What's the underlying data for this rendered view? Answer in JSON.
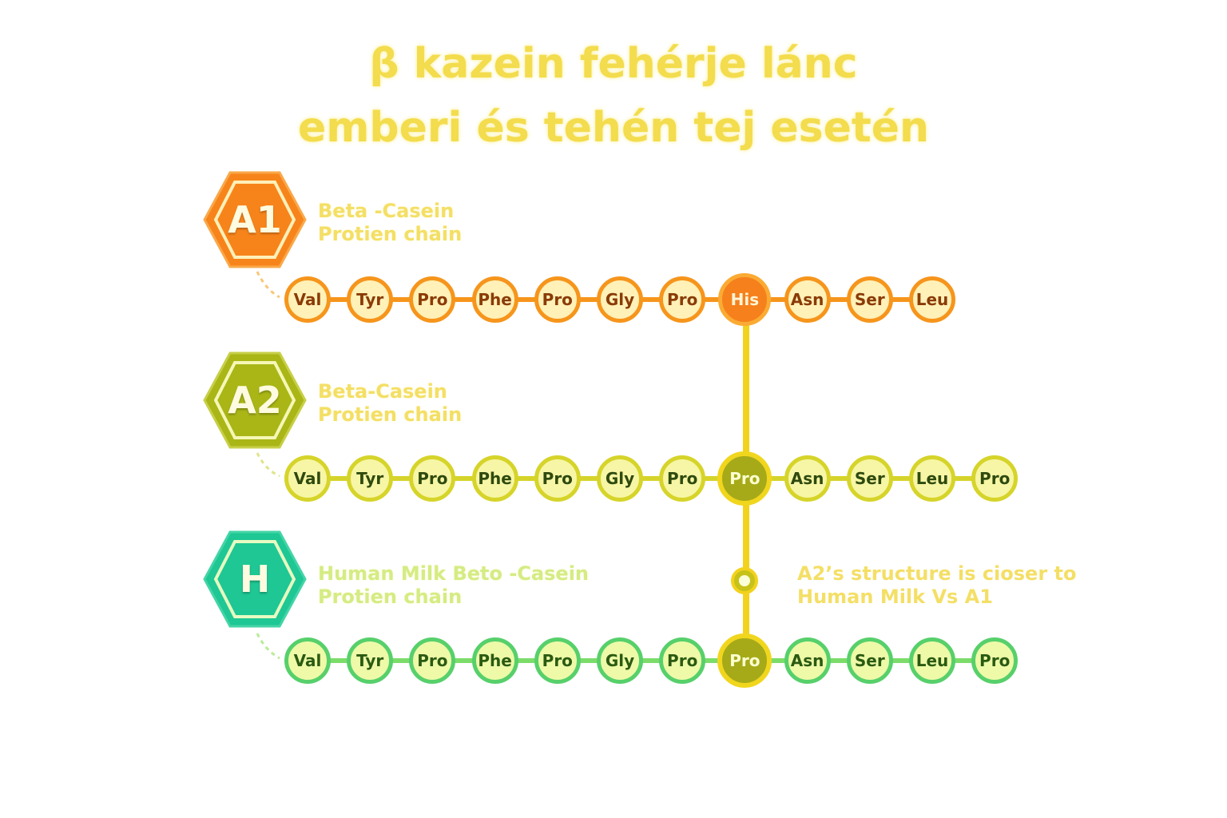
{
  "title": {
    "line1": "β kazein fehérje lánc",
    "line2": "emberi és tehén tej esetén"
  },
  "rows": [
    {
      "id": "a1",
      "badge": "A1",
      "label_line1": "Beta -Casein",
      "label_line2": "Protien chain",
      "badge_color": "#f7841a",
      "beads": [
        "Val",
        "Tyr",
        "Pro",
        "Phe",
        "Pro",
        "Gly",
        "Pro",
        "His",
        "Asn",
        "Ser",
        "Leu"
      ],
      "highlight_index": 7
    },
    {
      "id": "a2",
      "badge": "A2",
      "label_line1": "Beta-Casein",
      "label_line2": "Protien chain",
      "badge_color": "#a9b616",
      "beads": [
        "Val",
        "Tyr",
        "Pro",
        "Phe",
        "Pro",
        "Gly",
        "Pro",
        "Pro",
        "Asn",
        "Ser",
        "Leu",
        "Pro"
      ],
      "highlight_index": 7
    },
    {
      "id": "h",
      "badge": "H",
      "label_line1": "Human Milk Beto -Casein",
      "label_line2": "Protien chain",
      "badge_color": "#1ec793",
      "beads": [
        "Val",
        "Tyr",
        "Pro",
        "Phe",
        "Pro",
        "Gly",
        "Pro",
        "Pro",
        "Asn",
        "Ser",
        "Leu",
        "Pro"
      ],
      "highlight_index": 7
    }
  ],
  "note": {
    "line1": "A2’s structure is cioser to",
    "line2": "Human Milk Vs A1"
  },
  "colors": {
    "title": "#f3dc4d",
    "connector": "#f2d21c",
    "a1_chain": "#f6951c",
    "a2_chain": "#d6d42a",
    "h_chain": "#57d06b"
  }
}
